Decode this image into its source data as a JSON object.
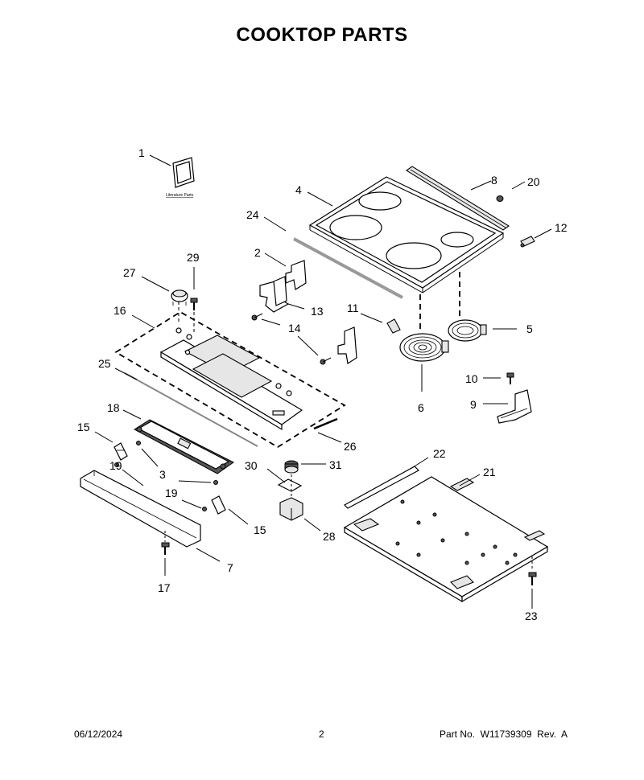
{
  "title": "COOKTOP PARTS",
  "literature_label": "Literature Parts",
  "footer": {
    "date": "06/12/2024",
    "page": "2",
    "part_no": "Part No.  W11739309  Rev.  A"
  },
  "callouts": [
    "1",
    "2",
    "3",
    "4",
    "5",
    "6",
    "7",
    "8",
    "9",
    "10",
    "11",
    "12",
    "13",
    "14",
    "15",
    "15",
    "16",
    "17",
    "18",
    "19",
    "19",
    "20",
    "21",
    "22",
    "23",
    "24",
    "25",
    "26",
    "27",
    "28",
    "29",
    "30",
    "31"
  ]
}
